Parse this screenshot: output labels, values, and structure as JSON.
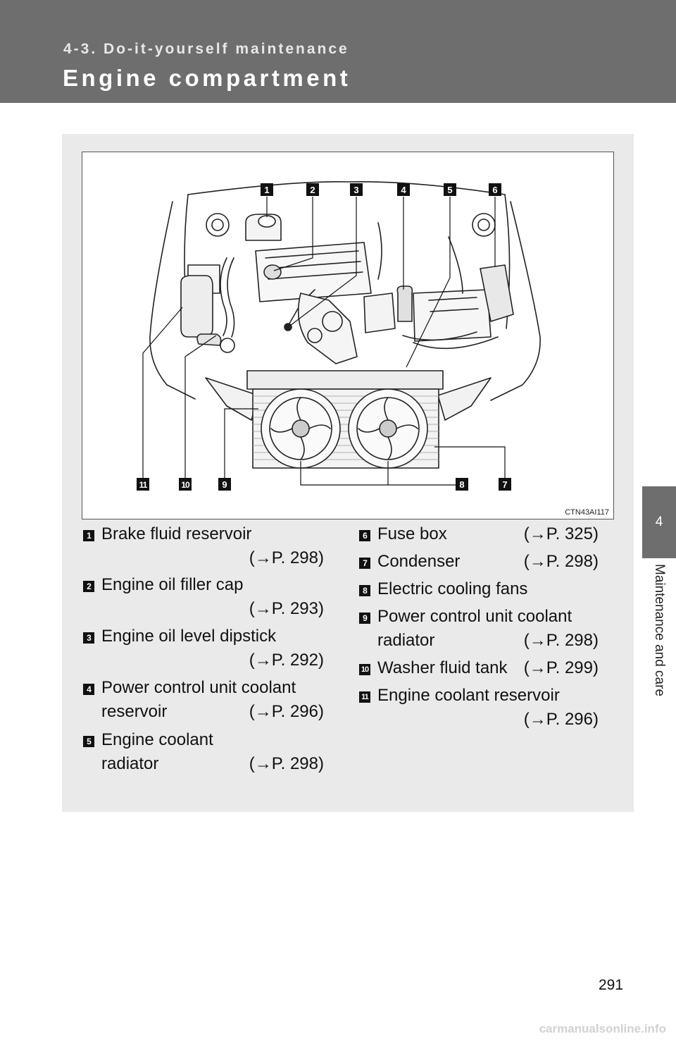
{
  "header": {
    "section": "4-3. Do-it-yourself maintenance",
    "title": "Engine compartment"
  },
  "side_tab": {
    "number": "4",
    "label": "Maintenance and care"
  },
  "figure": {
    "code": "CTN43AI117",
    "callouts_top": [
      "1",
      "2",
      "3",
      "4",
      "5",
      "6"
    ],
    "callouts_bottom": [
      "11",
      "10",
      "9",
      "8",
      "7"
    ]
  },
  "legend_left": [
    {
      "num": "1",
      "lines": [
        "Brake fluid reservoir"
      ],
      "ref": "(→P. 298)"
    },
    {
      "num": "2",
      "lines": [
        "Engine oil filler cap"
      ],
      "ref": "(→P. 293)"
    },
    {
      "num": "3",
      "lines": [
        "Engine oil level dipstick"
      ],
      "ref": "(→P. 292)"
    },
    {
      "num": "4",
      "lines": [
        "Power control unit coolant",
        "reservoir"
      ],
      "ref": "(→P. 296)"
    },
    {
      "num": "5",
      "lines": [
        "Engine coolant",
        "radiator"
      ],
      "ref": "(→P. 298)"
    }
  ],
  "legend_right": [
    {
      "num": "6",
      "lines": [
        "Fuse box"
      ],
      "ref": "(→P. 325)"
    },
    {
      "num": "7",
      "lines": [
        "Condenser"
      ],
      "ref": "(→P. 298)"
    },
    {
      "num": "8",
      "lines": [
        "Electric cooling fans"
      ],
      "ref": ""
    },
    {
      "num": "9",
      "lines": [
        "Power control unit coolant",
        "radiator"
      ],
      "ref": "(→P. 298)"
    },
    {
      "num": "10",
      "lines": [
        "Washer fluid tank"
      ],
      "ref": "(→P. 299)"
    },
    {
      "num": "11",
      "lines": [
        "Engine coolant reservoir"
      ],
      "ref": "(→P. 296)"
    }
  ],
  "page_number": "291",
  "watermark": "carmanualsonline.info"
}
